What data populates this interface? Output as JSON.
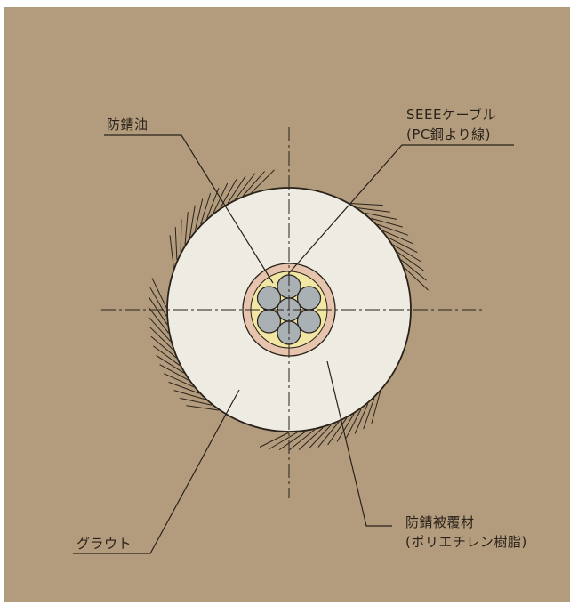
{
  "colors": {
    "background": "#b39c7d",
    "grout_fill": "#eeece2",
    "sheath": "#e6c4ad",
    "oil_fill": "#f2e6a4",
    "strand": "#a9b1b5",
    "line": "#2a221a"
  },
  "labels": {
    "rust_oil": "防錆油",
    "cable_line1": "SEEEケーブル",
    "cable_line2": "(PC鋼より線)",
    "coating_line1": "防錆被覆材",
    "coating_line2": "(ポリエチレン樹脂)",
    "grout": "グラウト"
  }
}
